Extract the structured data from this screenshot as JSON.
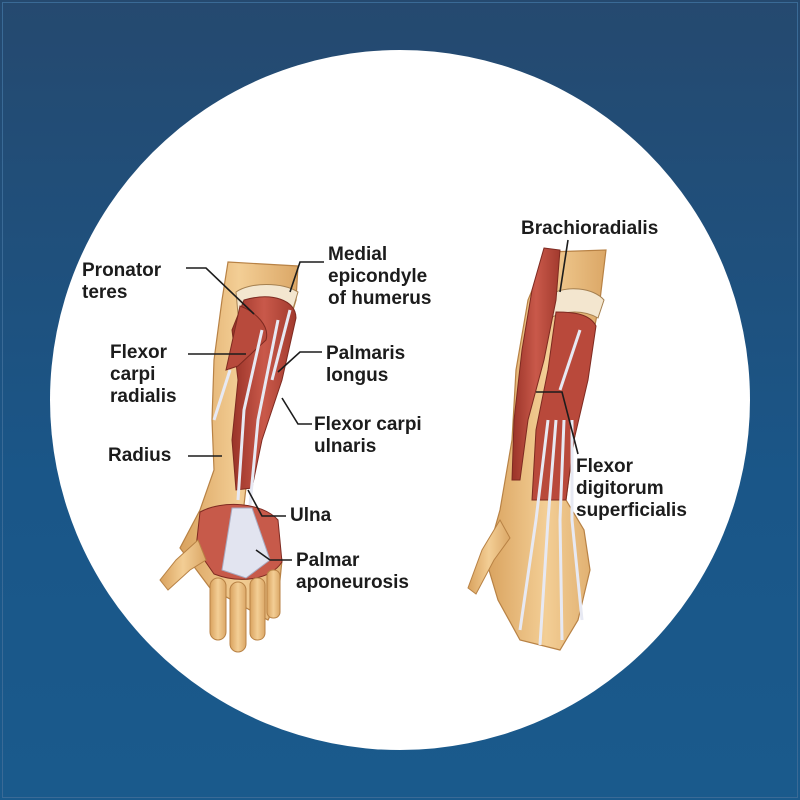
{
  "labels": {
    "pronator_teres": "Pronator\nteres",
    "medial_epicondyle": "Medial\nepicondyle\nof humerus",
    "flexor_carpi_radialis": "Flexor\ncarpi\nradialis",
    "palmaris_longus": "Palmaris\nlongus",
    "flexor_carpi_ulnaris": "Flexor carpi\nulnaris",
    "radius": "Radius",
    "ulna": "Ulna",
    "palmar_aponeurosis": "Palmar\naponeurosis",
    "brachioradialis": "Brachioradialis",
    "flexor_digitorum_superficialis": "Flexor\ndigitorum\nsuperficialis"
  },
  "colors": {
    "background": "#1b5384",
    "disc": "#ffffff",
    "muscle": "#b8493a",
    "muscle_dark": "#8f2f25",
    "bone": "#f0c17f",
    "tendon": "#d9dcec",
    "leader": "#1c1c1c"
  }
}
